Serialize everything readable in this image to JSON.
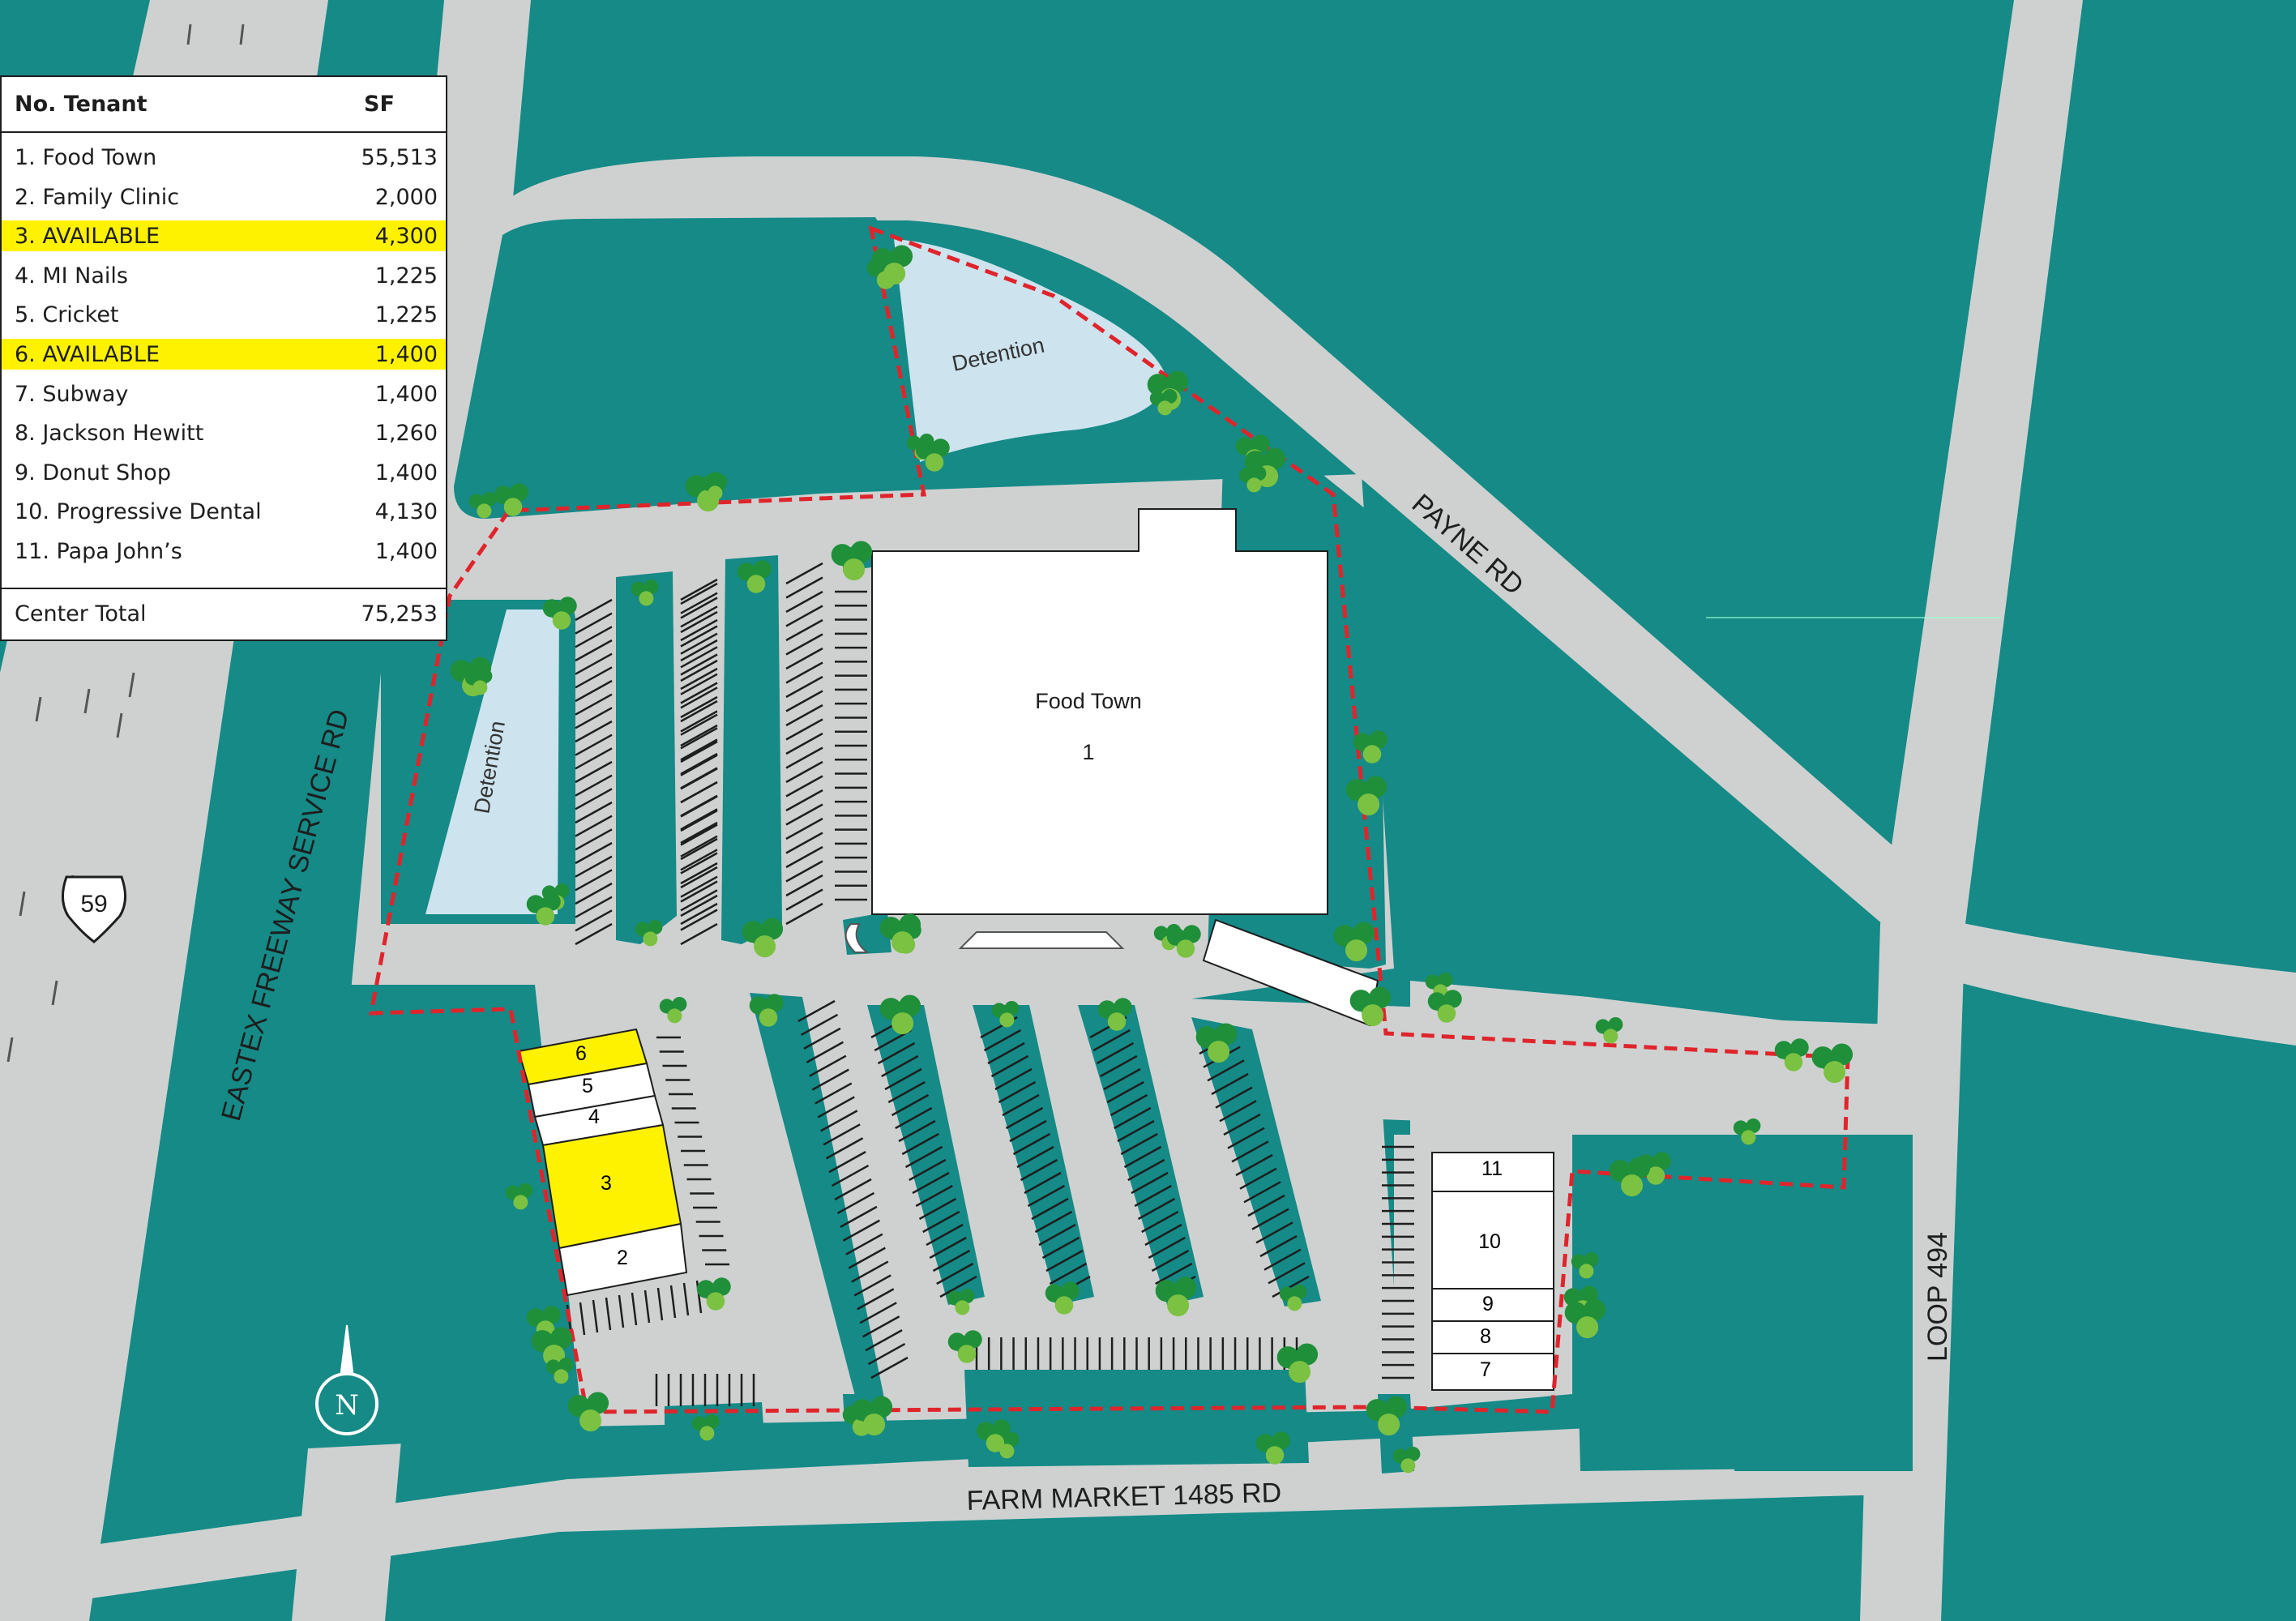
{
  "legend": {
    "header_no_tenant": "No. Tenant",
    "header_sf": "SF",
    "tenants": [
      {
        "label": "1. Food Town",
        "sf": "55,513",
        "available": false
      },
      {
        "label": "2. Family Clinic",
        "sf": "2,000",
        "available": false
      },
      {
        "label": "3. AVAILABLE",
        "sf": "4,300",
        "available": true
      },
      {
        "label": "4. MI Nails",
        "sf": "1,225",
        "available": false
      },
      {
        "label": "5. Cricket",
        "sf": "1,225",
        "available": false
      },
      {
        "label": "6. AVAILABLE",
        "sf": "1,400",
        "available": true
      },
      {
        "label": "7. Subway",
        "sf": "1,400",
        "available": false
      },
      {
        "label": "8. Jackson Hewitt",
        "sf": "1,260",
        "available": false
      },
      {
        "label": "9. Donut Shop",
        "sf": "1,400",
        "available": false
      },
      {
        "label": "10. Progressive Dental",
        "sf": "4,130",
        "available": false
      },
      {
        "label": "11. Papa John’s",
        "sf": "1,400",
        "available": false
      }
    ],
    "total_label": "Center Total",
    "total_sf": "75,253"
  },
  "roads": {
    "payne": "PAYNE RD",
    "eastex": "EASTEX FREEWAY SERVICE RD",
    "loop": "LOOP 494",
    "farm_market": "FARM MARKET 1485 RD",
    "highway_shield": "59"
  },
  "map_labels": {
    "detention_north": "Detention",
    "detention_west": "Detention",
    "anchor_name": "Food Town",
    "anchor_number": "1",
    "north_arrow": "N"
  },
  "units": {
    "west_strip": [
      "6",
      "5",
      "4",
      "3",
      "2"
    ],
    "east_strip": [
      "11",
      "10",
      "9",
      "8",
      "7"
    ]
  },
  "colors": {
    "grass": "#158a87",
    "road": "#cfd1d1",
    "building": "#ffffff",
    "available": "#fff200",
    "detention": "#cde3ee",
    "boundary": "#e0242b",
    "tree": "#1f8f3a",
    "tree_light": "#7cc242"
  }
}
